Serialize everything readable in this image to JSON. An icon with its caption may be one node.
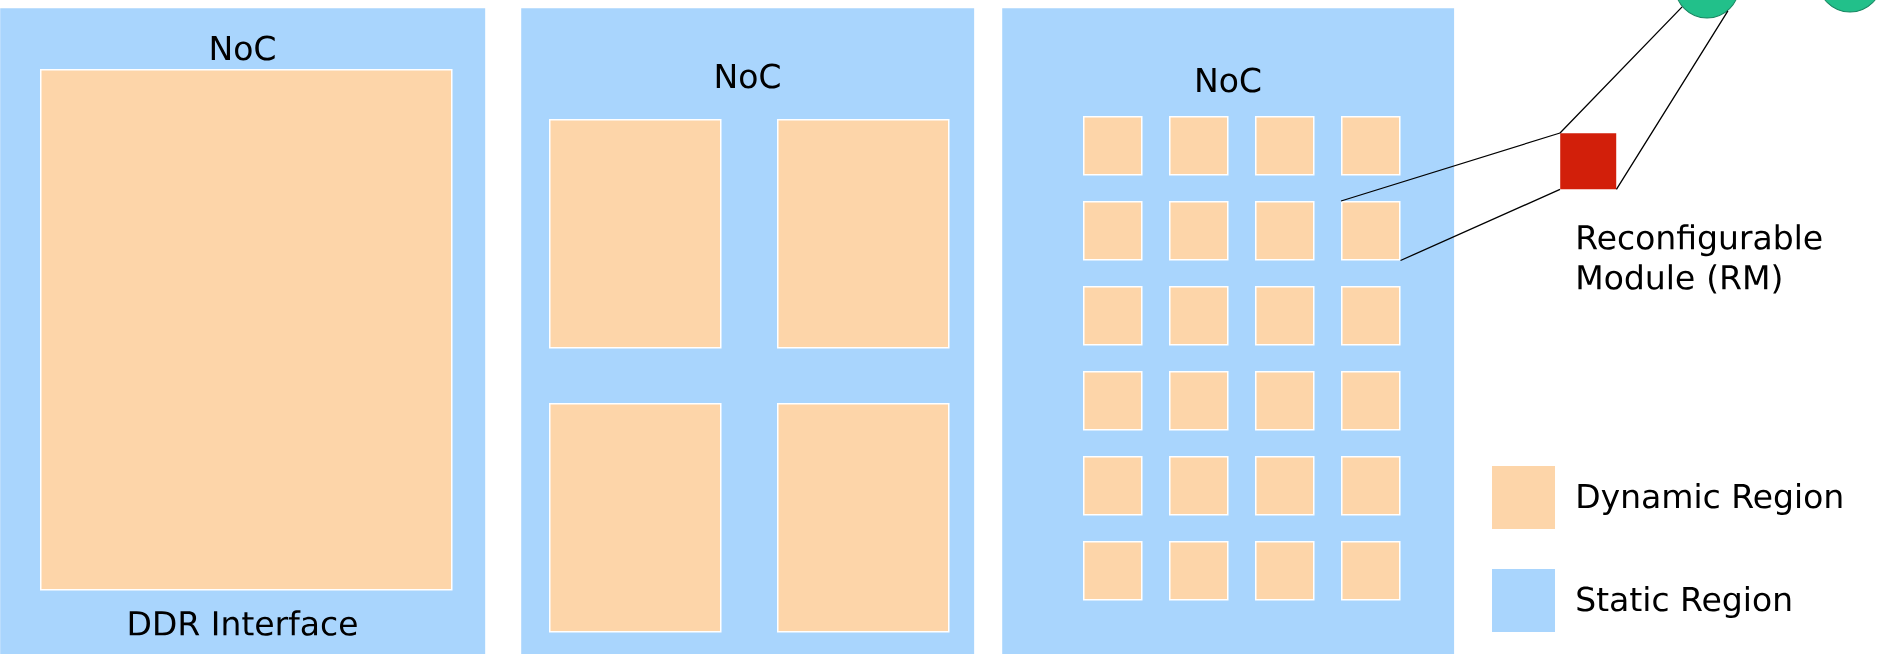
{
  "diagram": {
    "nodes": [
      {
        "text": [
          "NoC",
          "DDR Interface"
        ]
      },
      {
        "text": [],
        "shape": "box",
        "in": 0
      },
      {
        "text": [
          "NoC"
        ]
      },
      {
        "text": [],
        "shape": "box",
        "in": 2
      },
      {
        "text": [],
        "shape": "box",
        "in": 2
      },
      {
        "text": [],
        "shape": "box",
        "in": 2
      },
      {
        "text": [],
        "shape": "box",
        "in": 2
      },
      {
        "text": [
          "NoC"
        ]
      },
      {
        "text": [],
        "shape": "box",
        "in": 7
      },
      {
        "text": [],
        "shape": "box",
        "in": 7
      },
      {
        "text": [],
        "shape": "box",
        "in": 7
      },
      {
        "text": [],
        "shape": "box",
        "in": 7
      },
      {
        "text": [],
        "shape": "box",
        "in": 7
      },
      {
        "text": [],
        "shape": "box",
        "in": 7
      },
      {
        "text": [],
        "shape": "box",
        "in": 7
      },
      {
        "text": [],
        "shape": "box",
        "in": 7
      },
      {
        "text": [],
        "shape": "box",
        "in": 7
      },
      {
        "text": [],
        "shape": "box",
        "in": 7
      },
      {
        "text": [],
        "shape": "box",
        "in": 7
      },
      {
        "text": [],
        "shape": "box",
        "in": 7
      },
      {
        "text": [],
        "shape": "box",
        "in": 7
      },
      {
        "text": [],
        "shape": "box",
        "in": 7
      },
      {
        "text": [],
        "shape": "box",
        "in": 7
      },
      {
        "text": [],
        "shape": "box",
        "in": 7
      },
      {
        "text": [],
        "shape": "box",
        "in": 7
      },
      {
        "text": [],
        "shape": "box",
        "in": 7
      },
      {
        "text": [],
        "shape": "box",
        "in": 7
      },
      {
        "text": [],
        "shape": "box",
        "in": 7
      },
      {
        "text": [],
        "shape": "box",
        "in": 7
      },
      {
        "text": [],
        "shape": "box",
        "in": 7
      },
      {
        "text": [],
        "shape": "box",
        "in": 7
      },
      {
        "text": [],
        "shape": "box",
        "in": 7
      },
      {
        "text": [],
        "shape": "box",
        "beside": [
          "Reconfigurable Module (RM)"
        ]
      },
      {
        "text": [],
        "shape": "circle"
      },
      {
        "text": [],
        "shape": "circle"
      }
    ],
    "edges": [
      {
        "from": 15,
        "to": 32,
        "arrow": "none"
      },
      {
        "from": 32,
        "to": 33,
        "arrow": "none"
      }
    ],
    "legend": [
      {
        "text": "Dynamic Region",
        "color": "#fdd5a9"
      },
      {
        "text": "Static Region",
        "color": "#a9d5fd"
      }
    ]
  }
}
